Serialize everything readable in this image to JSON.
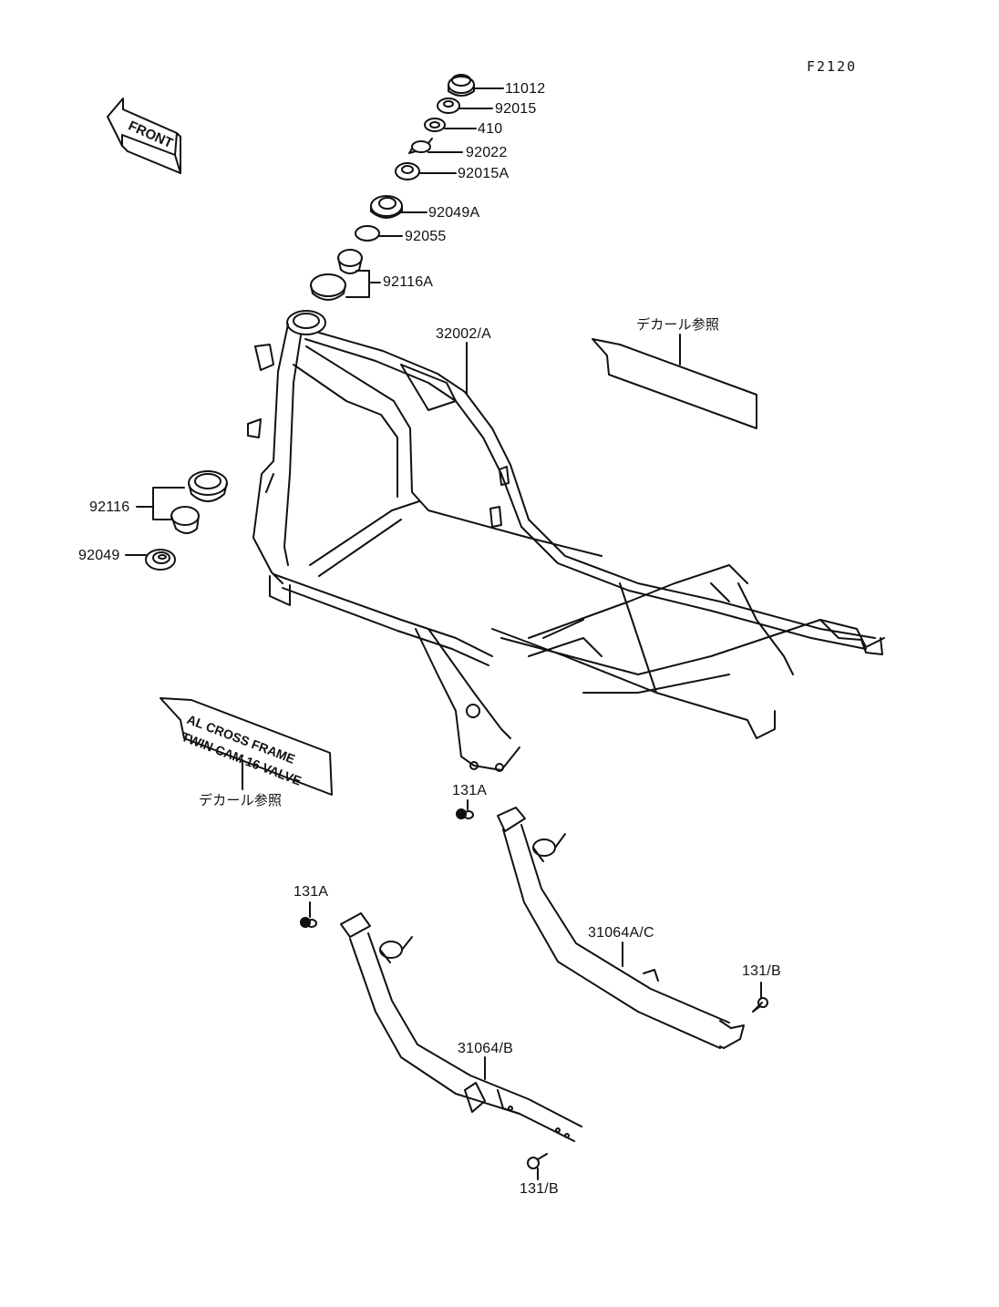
{
  "figure_code": "F2120",
  "front_arrow": {
    "text": "FRONT",
    "icon": "front-direction-arrow"
  },
  "parts": {
    "cap": "11012",
    "nut_upper": "92015",
    "washer": "410",
    "lock_washer": "92022",
    "nut_lower": "92015A",
    "seal_upper": "92049A",
    "o_ring": "92055",
    "bearing_upper": "92116A",
    "frame": "32002/A",
    "bearing_lower": "92116",
    "seal_lower": "92049",
    "bolt_a_upper": "131A",
    "bolt_a_lower": "131A",
    "rail_right": "31064A/C",
    "bolt_b_right": "131/B",
    "rail_left": "31064/B",
    "bolt_b_left": "131/B"
  },
  "decals": {
    "tank_decal_ref": "デカール参照",
    "side_decal_ref": "デカール参照",
    "side_decal_line1": "AL CROSS FRAME",
    "side_decal_line2": "TWIN CAM 16 VALVE"
  }
}
